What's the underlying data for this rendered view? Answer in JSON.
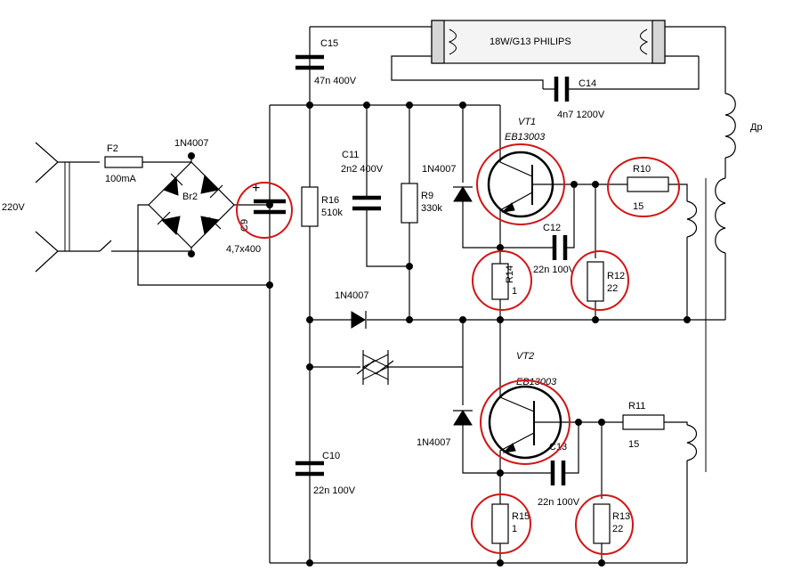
{
  "labels": {
    "mains": "220V",
    "fuse_ref": "F2",
    "fuse_value": "100mA",
    "bridge_diode_type": "1N4007",
    "bridge_ref": "Br2",
    "c9_ref": "C9",
    "c9_value": "4,7x400",
    "c15_ref": "C15",
    "c15_value": "47n 400V",
    "lamp": "18W/G13  PHILIPS",
    "c14_ref": "C14",
    "c14_value": "4n7 1200V",
    "choke": "Др",
    "c11_ref": "C11",
    "c11_value": "2n2 400V",
    "r16_ref": "R16",
    "r16_value": "510k",
    "r9_ref": "R9",
    "r9_value": "330k",
    "d_top_type": "1N4007",
    "vt1_ref": "VT1",
    "vt1_type": "EB13003",
    "r10_ref": "R10",
    "r10_value": "15",
    "c12_ref": "C12",
    "c12_value": "22n 100V",
    "r14_ref": "R14",
    "r14_value": "1",
    "r12_ref": "R12",
    "r12_value": "22",
    "d_mid_type": "1N4007",
    "vt2_ref": "VT2",
    "vt2_type": "EB13003",
    "d_bot_type": "1N4007",
    "r11_ref": "R11",
    "r11_value": "15",
    "c13_ref": "C13",
    "c13_value": "22n 100V",
    "c10_ref": "C10",
    "c10_value": "22n 100V",
    "r15_ref": "R15",
    "r15_value": "1",
    "r13_ref": "R13",
    "r13_value": "22",
    "c9_polarity": "+"
  },
  "highlight_color": "#d21414"
}
